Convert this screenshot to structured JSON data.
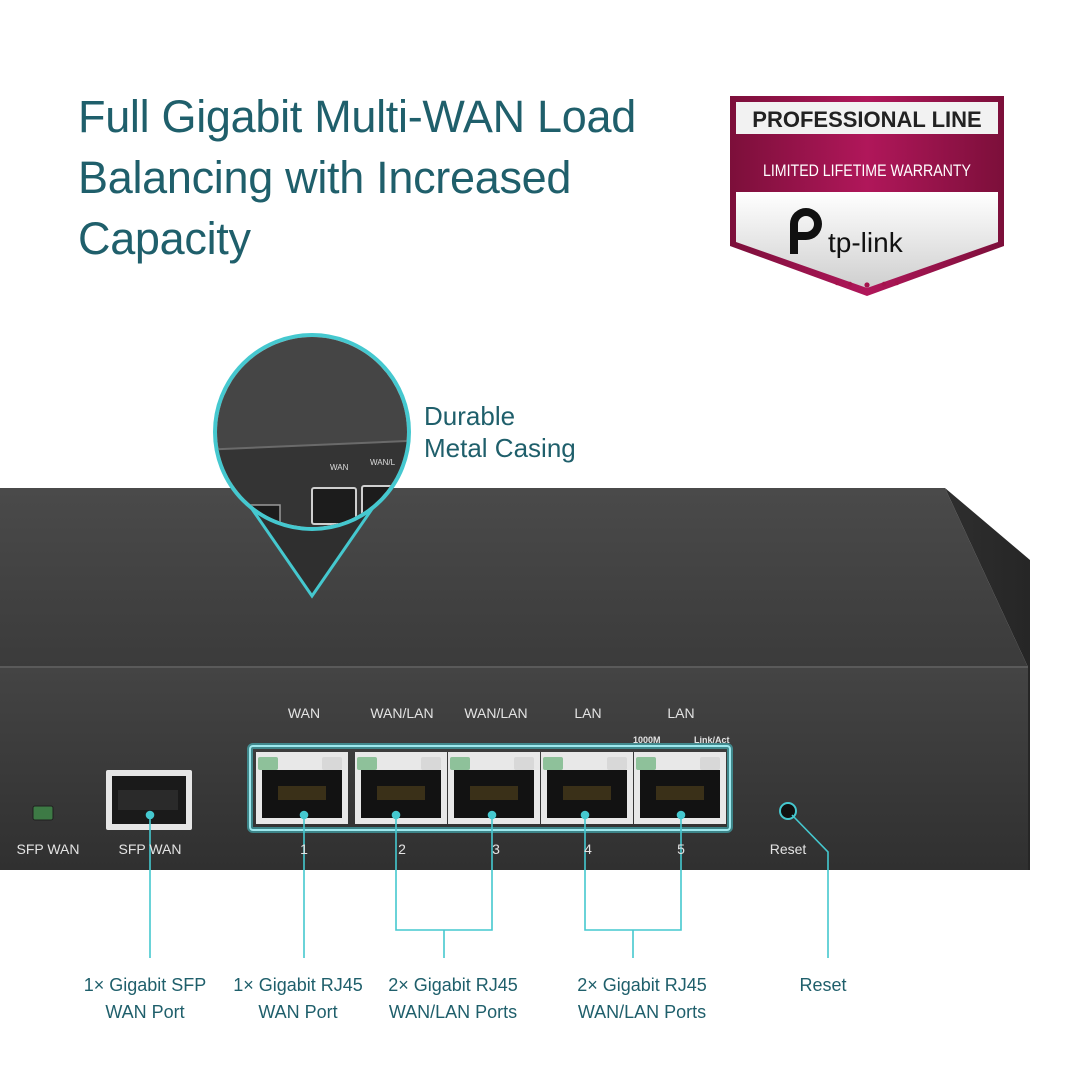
{
  "headline": {
    "line1": "Full Gigabit Multi-WAN Load",
    "line2": "Balancing with Increased",
    "line3": "Capacity"
  },
  "badge": {
    "top_text": "PROFESSIONAL LINE",
    "middle_text": "LIMITED LIFETIME WARRANTY",
    "brand_text": "tp-link",
    "colors": {
      "crimson": "#a5134c",
      "gray": "#d9d9d9"
    }
  },
  "callout": {
    "line1": "Durable",
    "line2": "Metal Casing",
    "zoom_labels": [
      "WAN",
      "WAN/L"
    ]
  },
  "device": {
    "port_labels": [
      "WAN",
      "WAN/LAN",
      "WAN/LAN",
      "LAN",
      "LAN"
    ],
    "led_labels": {
      "speed": "1000M",
      "link": "Link/Act"
    },
    "port_numbers": [
      "1",
      "2",
      "3",
      "4",
      "5"
    ],
    "sfp_led_label": "SFP WAN",
    "sfp_port_label": "SFP WAN",
    "reset_label": "Reset",
    "colors": {
      "body": "#3a3a3a",
      "accent": "#45c8cf"
    }
  },
  "annotations": [
    {
      "line1": "1× Gigabit SFP",
      "line2": "WAN Port"
    },
    {
      "line1": "1× Gigabit RJ45",
      "line2": "WAN Port"
    },
    {
      "line1": "2× Gigabit RJ45",
      "line2": "WAN/LAN Ports"
    },
    {
      "line1": "2× Gigabit RJ45",
      "line2": "WAN/LAN Ports"
    },
    {
      "line1": "Reset",
      "line2": ""
    }
  ]
}
